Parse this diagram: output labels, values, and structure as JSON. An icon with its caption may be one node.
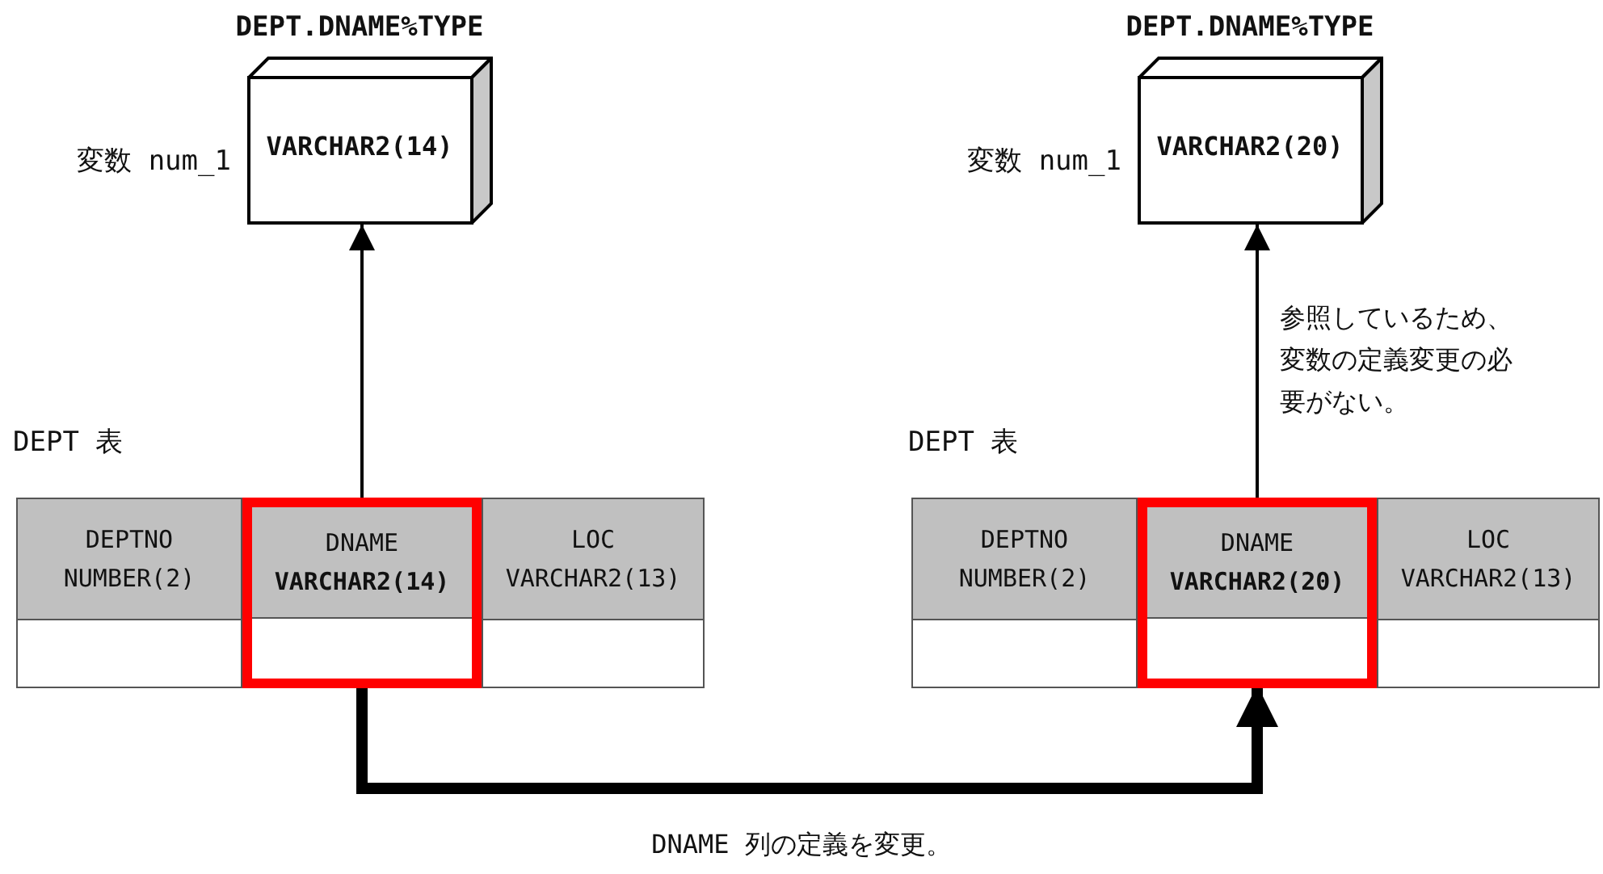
{
  "diagram": {
    "nodes": [
      {
        "text": [
          "VARCHAR2(14)"
        ],
        "beside": [
          "DEPT.DNAME%TYPE",
          "変数 num_1"
        ]
      },
      {
        "text": [
          "DEPT 表"
        ]
      },
      {
        "text": [
          "DEPTNO",
          "NUMBER(2)"
        ],
        "in": 1
      },
      {
        "text": [
          "DNAME",
          "VARCHAR2(14)"
        ],
        "in": 1
      },
      {
        "text": [
          "LOC",
          "VARCHAR2(13)"
        ],
        "in": 1
      },
      {
        "text": [
          "VARCHAR2(20)"
        ],
        "beside": [
          "DEPT.DNAME%TYPE",
          "変数 num_1"
        ]
      },
      {
        "text": [
          "DEPT 表"
        ]
      },
      {
        "text": [
          "DEPTNO",
          "NUMBER(2)"
        ],
        "in": 6
      },
      {
        "text": [
          "DNAME",
          "VARCHAR2(20)"
        ],
        "in": 6
      },
      {
        "text": [
          "LOC",
          "VARCHAR2(13)"
        ],
        "in": 6
      }
    ],
    "edges": [
      {
        "from": 3,
        "to": 0,
        "arrow": "to"
      },
      {
        "from": 8,
        "to": 5,
        "arrow": "to",
        "label": "参照しているため、変数の定義変更の必要がない。"
      },
      {
        "from": 3,
        "to": 8,
        "arrow": "to",
        "style": "thick",
        "label": "DNAME 列の定義を変更。"
      }
    ]
  }
}
